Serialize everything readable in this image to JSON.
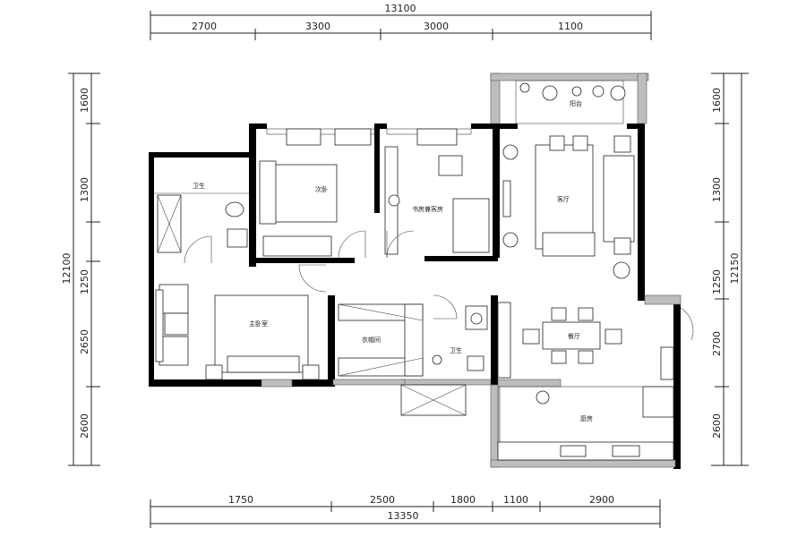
{
  "dimensions": {
    "top_total": "13100",
    "top_segments": [
      "2700",
      "3300",
      "3000",
      "1100"
    ],
    "bottom_total": "13350",
    "bottom_segments": [
      "1750",
      "2500",
      "1800",
      "1100",
      "2900"
    ],
    "left_total": "12100",
    "left_segments": [
      "1600",
      "1300",
      "1250",
      "2650",
      "2600"
    ],
    "right_total": "12150",
    "right_segments": [
      "1600",
      "1300",
      "1250",
      "2700",
      "2600"
    ]
  },
  "rooms": {
    "bathroom_top": "卫生",
    "bedroom_secondary": "次卧",
    "study": "书房兼客房",
    "balcony": "阳台",
    "living": "客厅",
    "master_bedroom": "主卧室",
    "closet": "衣帽间",
    "bathroom_main": "卫生",
    "dining": "餐厅",
    "kitchen": "厨房"
  }
}
